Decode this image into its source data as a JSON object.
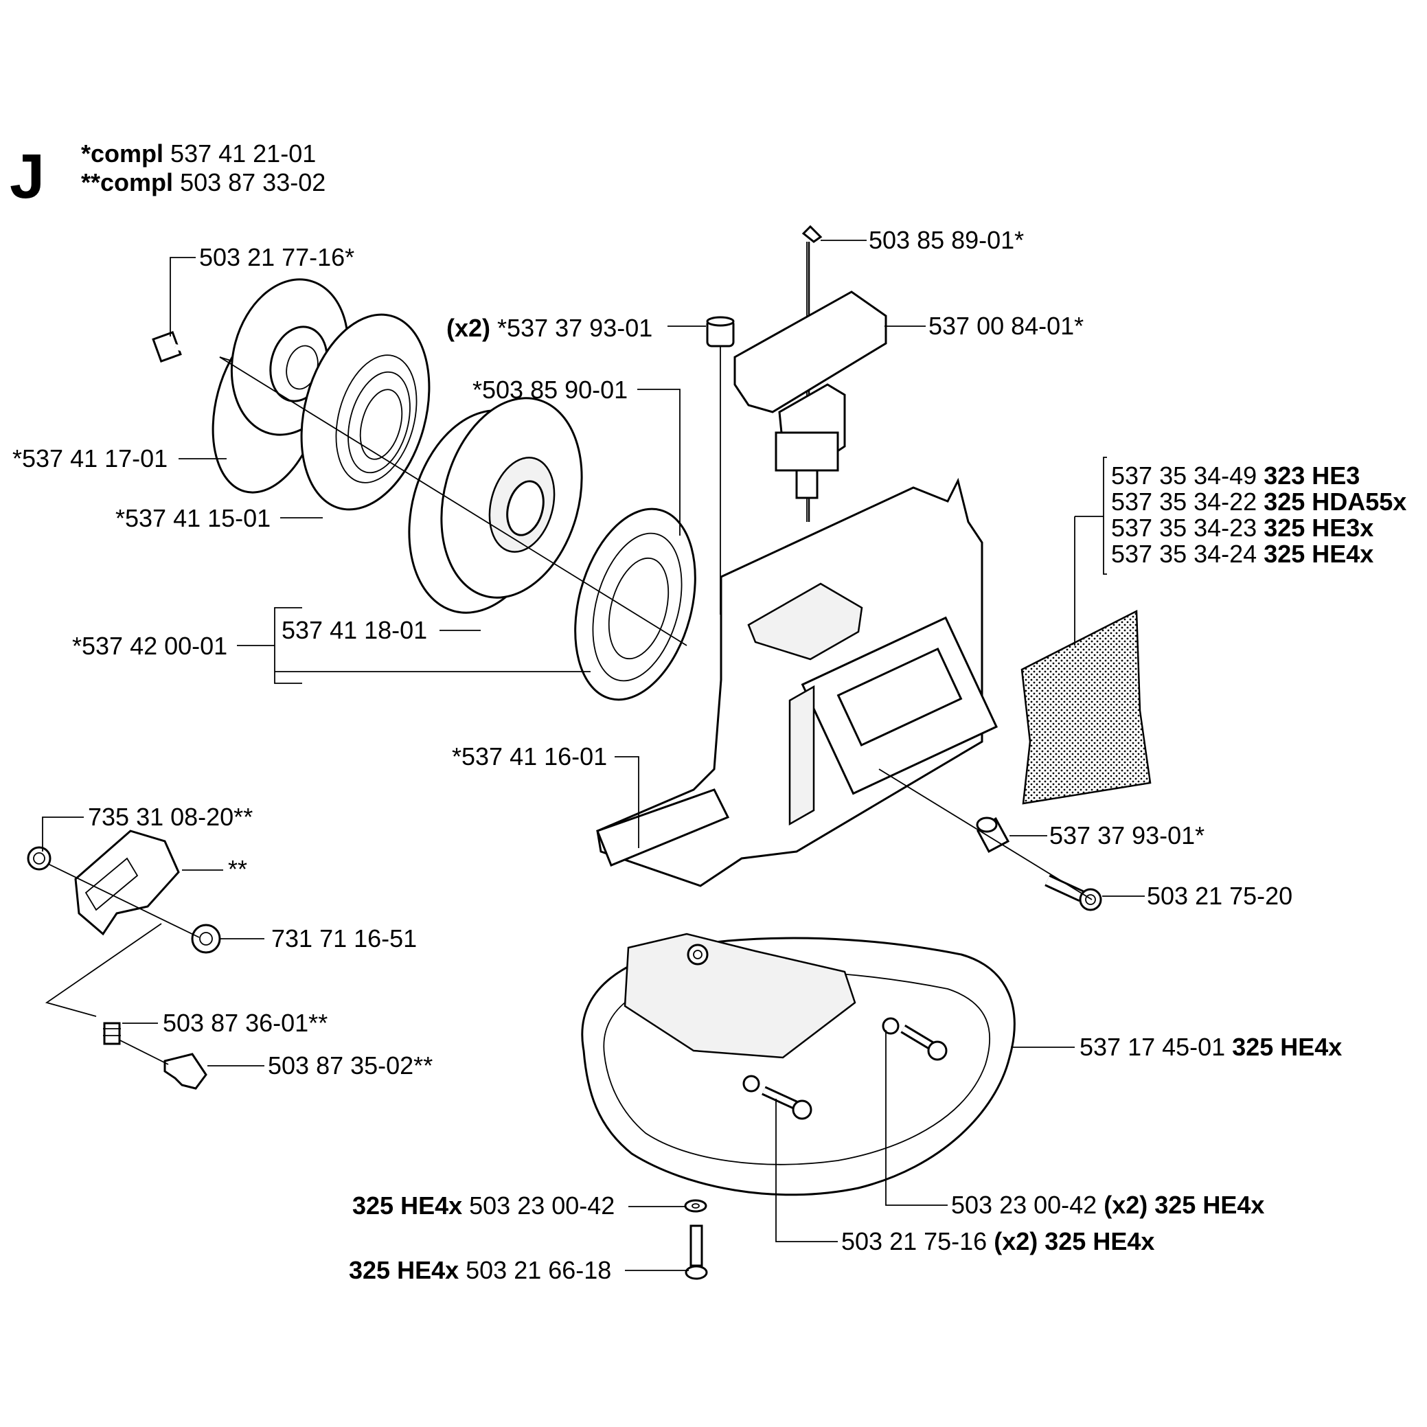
{
  "section": {
    "letter": "J",
    "compl": [
      {
        "prefix": "*compl",
        "number": "537 41 21-01"
      },
      {
        "prefix": "**compl",
        "number": "503 87 33-02"
      }
    ]
  },
  "parts": {
    "p_503217716": "503 21 77-16*",
    "p_537411701": "*537 41 17-01",
    "p_537411501": "*537 41 15-01",
    "p_537420001": "*537 42 00-01",
    "p_537411801": "537 41 18-01",
    "p_x2_prefix": "(x2)",
    "p_537379301a": "*537 37 93-01",
    "p_503859001": "*503 85 90-01",
    "p_503858901": "503 85 89-01*",
    "p_537008401": "537 00 84-01*",
    "p_537411601": "*537 41 16-01",
    "p_537379301b": "537 37 93-01*",
    "p_503217520": "503 21 75-20",
    "p_735310820": "735 31 08-20**",
    "p_starstar": "**",
    "p_731711651": "731 71 16-51",
    "p_503873601": "503 87 36-01**",
    "p_503873502": "503 87 35-02**",
    "p_537174501": "537 17 45-01",
    "p_537174501_model": "325 HE4x",
    "p_503230042a_model": "325 HE4x",
    "p_503230042a": "503 23 00-42",
    "p_503216618_model": "325 HE4x",
    "p_503216618": "503 21 66-18",
    "p_503230042b": "503 23 00-42",
    "p_503230042b_qty": "(x2)",
    "p_503230042b_model": "325 HE4x",
    "p_503217516": "503 21 75-16",
    "p_503217516_qty": "(x2)",
    "p_503217516_model": "325 HE4x"
  },
  "decals": [
    {
      "number": "537 35 34-49",
      "model": "323 HE3"
    },
    {
      "number": "537 35 34-22",
      "model": "325 HDA55x"
    },
    {
      "number": "537 35 34-23",
      "model": "325 HE3x"
    },
    {
      "number": "537 35 34-24",
      "model": "325 HE4x"
    }
  ]
}
